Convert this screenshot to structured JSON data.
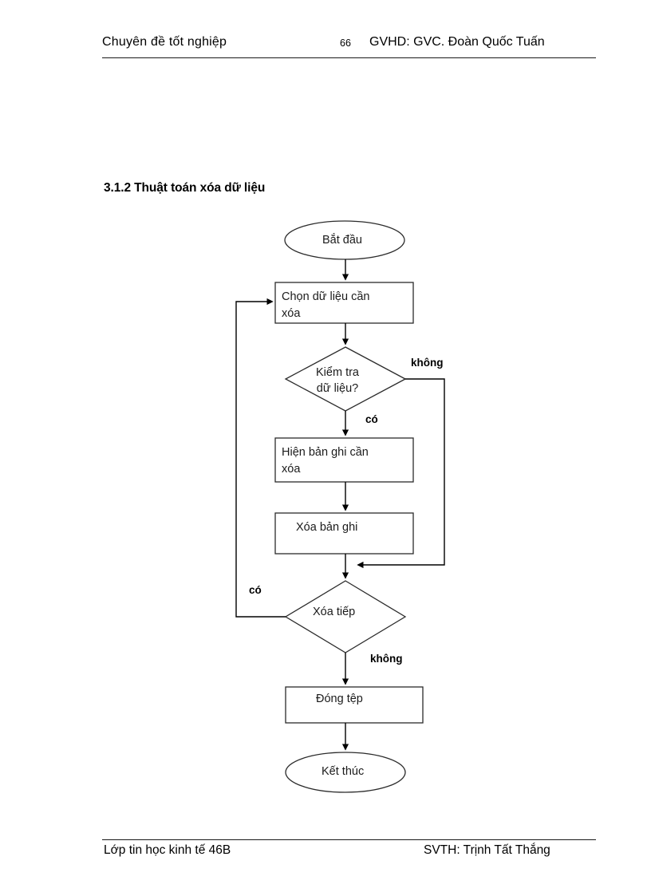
{
  "header": {
    "left_text": "Chuyên  đề tốt nghiệp",
    "page_number": "66",
    "right_text": "GVHD: GVC. Đoàn Quốc Tuấn"
  },
  "section": {
    "heading": "3.1.2 Thuật toán xóa dữ liệu"
  },
  "flowchart": {
    "nodes": {
      "start": {
        "label": "Bắt đầu",
        "shape": "ellipse"
      },
      "select_data": {
        "label": "Chọn  dữ liệu cần\nxóa",
        "shape": "process"
      },
      "check_data": {
        "label": "Kiểm tra\ndữ liệu?",
        "shape": "decision"
      },
      "show_record": {
        "label": "Hiện bản ghi cần\nxóa",
        "shape": "process"
      },
      "delete_record": {
        "label": "Xóa bản ghi",
        "shape": "process"
      },
      "continue_delete": {
        "label": "Xóa tiếp",
        "shape": "decision"
      },
      "close_file": {
        "label": "Đóng tệp",
        "shape": "process"
      },
      "end": {
        "label": "Kết thúc",
        "shape": "ellipse"
      }
    },
    "edge_labels": {
      "check_no": "không",
      "check_yes": "có",
      "continue_yes": "có",
      "continue_no": "không"
    }
  },
  "footer": {
    "left_text": "Lớp tin học kinh tế 46B",
    "right_text": "SVTH: Trịnh Tất Thắng"
  }
}
